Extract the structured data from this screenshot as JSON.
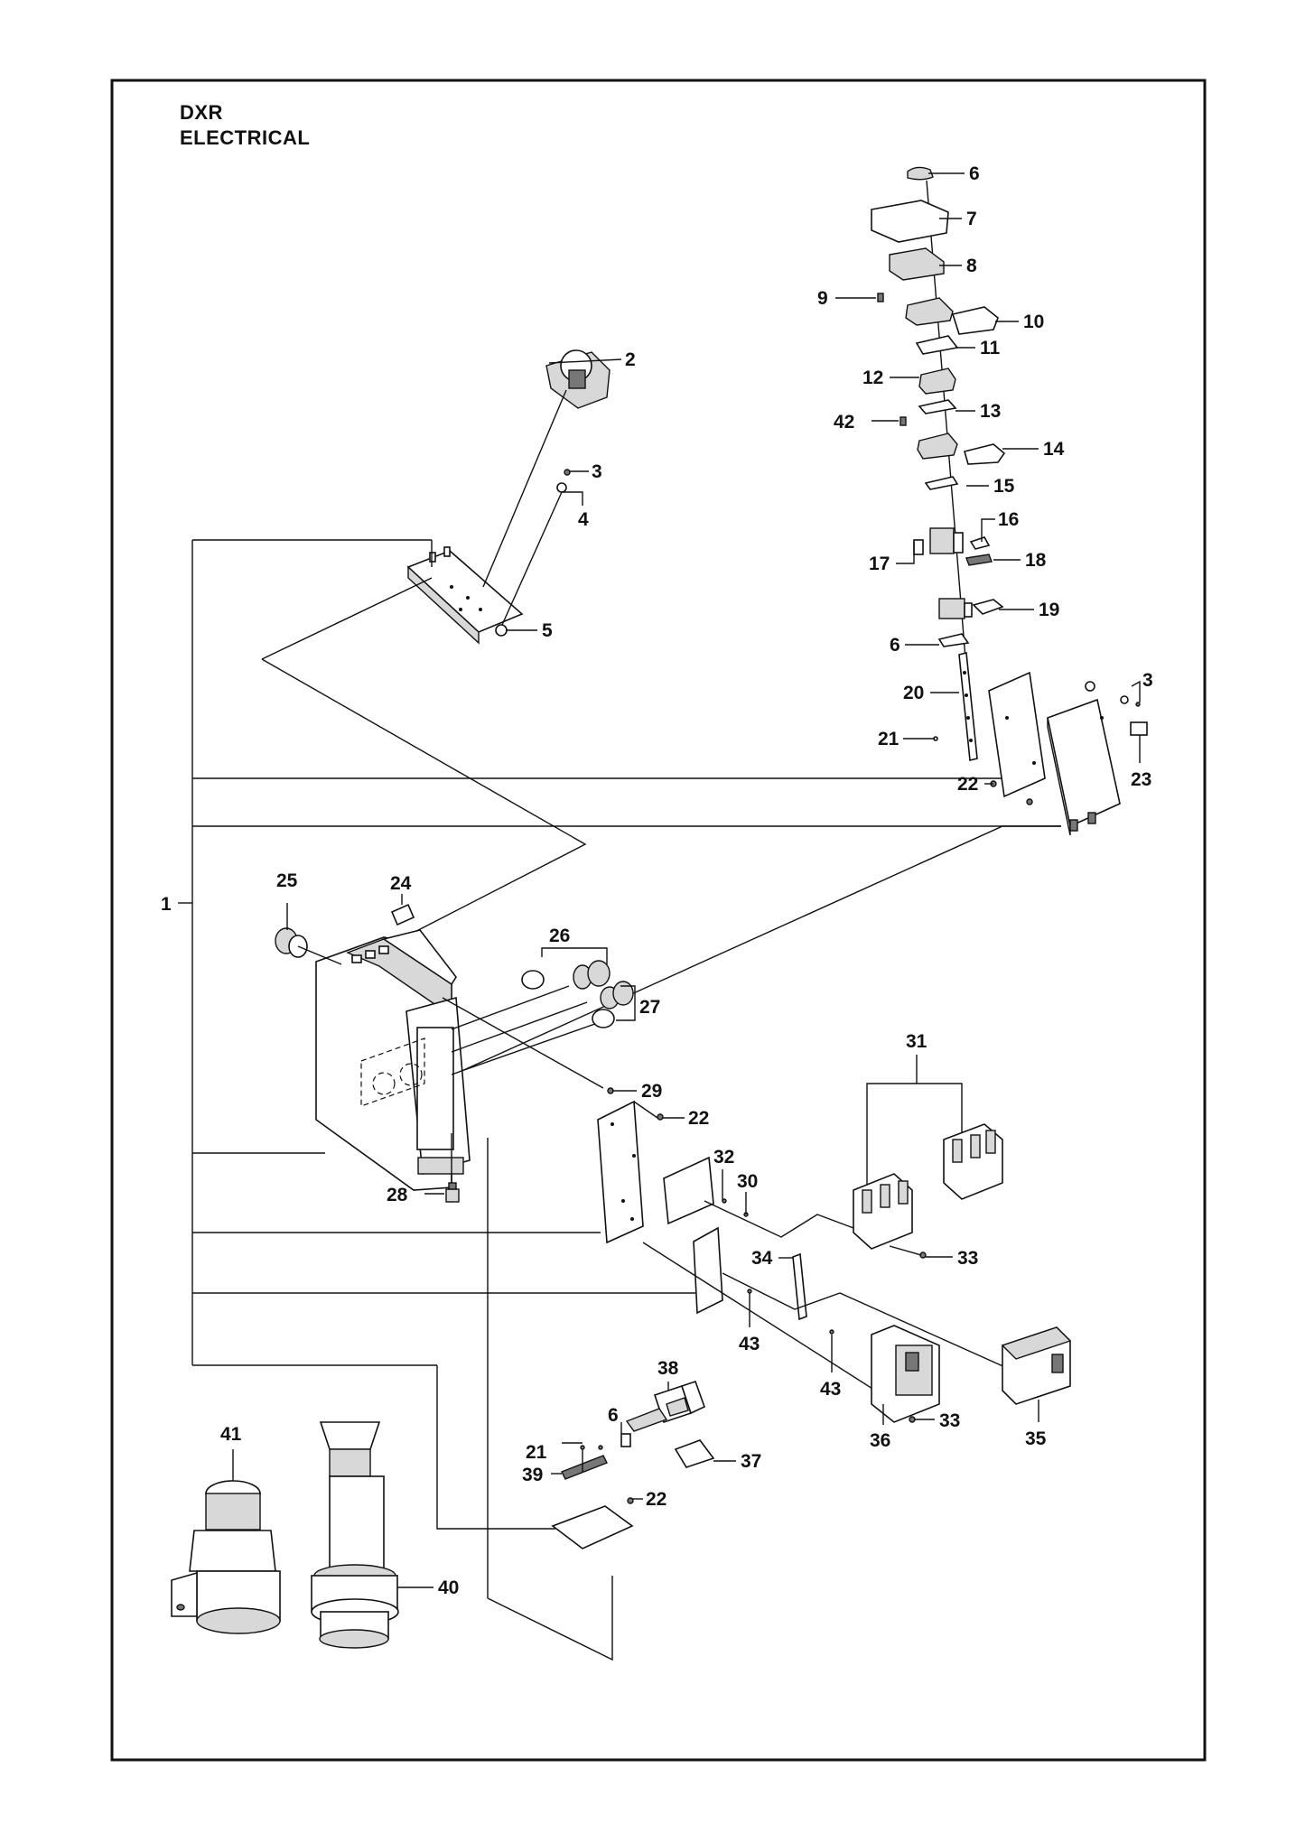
{
  "header": {
    "model": "DXR",
    "section": "ELECTRICAL"
  },
  "callouts": [
    {
      "id": "c1",
      "label": "1"
    },
    {
      "id": "c2",
      "label": "2"
    },
    {
      "id": "c3a",
      "label": "3"
    },
    {
      "id": "c3b",
      "label": "3"
    },
    {
      "id": "c4",
      "label": "4"
    },
    {
      "id": "c5",
      "label": "5"
    },
    {
      "id": "c6a",
      "label": "6"
    },
    {
      "id": "c6b",
      "label": "6"
    },
    {
      "id": "c6c",
      "label": "6"
    },
    {
      "id": "c7",
      "label": "7"
    },
    {
      "id": "c8",
      "label": "8"
    },
    {
      "id": "c9",
      "label": "9"
    },
    {
      "id": "c10",
      "label": "10"
    },
    {
      "id": "c11",
      "label": "11"
    },
    {
      "id": "c12",
      "label": "12"
    },
    {
      "id": "c13",
      "label": "13"
    },
    {
      "id": "c14",
      "label": "14"
    },
    {
      "id": "c15",
      "label": "15"
    },
    {
      "id": "c16",
      "label": "16"
    },
    {
      "id": "c17",
      "label": "17"
    },
    {
      "id": "c18",
      "label": "18"
    },
    {
      "id": "c19",
      "label": "19"
    },
    {
      "id": "c20",
      "label": "20"
    },
    {
      "id": "c21a",
      "label": "21"
    },
    {
      "id": "c21b",
      "label": "21"
    },
    {
      "id": "c22a",
      "label": "22"
    },
    {
      "id": "c22b",
      "label": "22"
    },
    {
      "id": "c22c",
      "label": "22"
    },
    {
      "id": "c23",
      "label": "23"
    },
    {
      "id": "c24",
      "label": "24"
    },
    {
      "id": "c25",
      "label": "25"
    },
    {
      "id": "c26",
      "label": "26"
    },
    {
      "id": "c27",
      "label": "27"
    },
    {
      "id": "c28",
      "label": "28"
    },
    {
      "id": "c29",
      "label": "29"
    },
    {
      "id": "c30",
      "label": "30"
    },
    {
      "id": "c31",
      "label": "31"
    },
    {
      "id": "c32",
      "label": "32"
    },
    {
      "id": "c33a",
      "label": "33"
    },
    {
      "id": "c33b",
      "label": "33"
    },
    {
      "id": "c34",
      "label": "34"
    },
    {
      "id": "c35",
      "label": "35"
    },
    {
      "id": "c36",
      "label": "36"
    },
    {
      "id": "c37",
      "label": "37"
    },
    {
      "id": "c38",
      "label": "38"
    },
    {
      "id": "c39",
      "label": "39"
    },
    {
      "id": "c40",
      "label": "40"
    },
    {
      "id": "c41",
      "label": "41"
    },
    {
      "id": "c42",
      "label": "42"
    },
    {
      "id": "c43a",
      "label": "43"
    },
    {
      "id": "c43b",
      "label": "43"
    }
  ]
}
